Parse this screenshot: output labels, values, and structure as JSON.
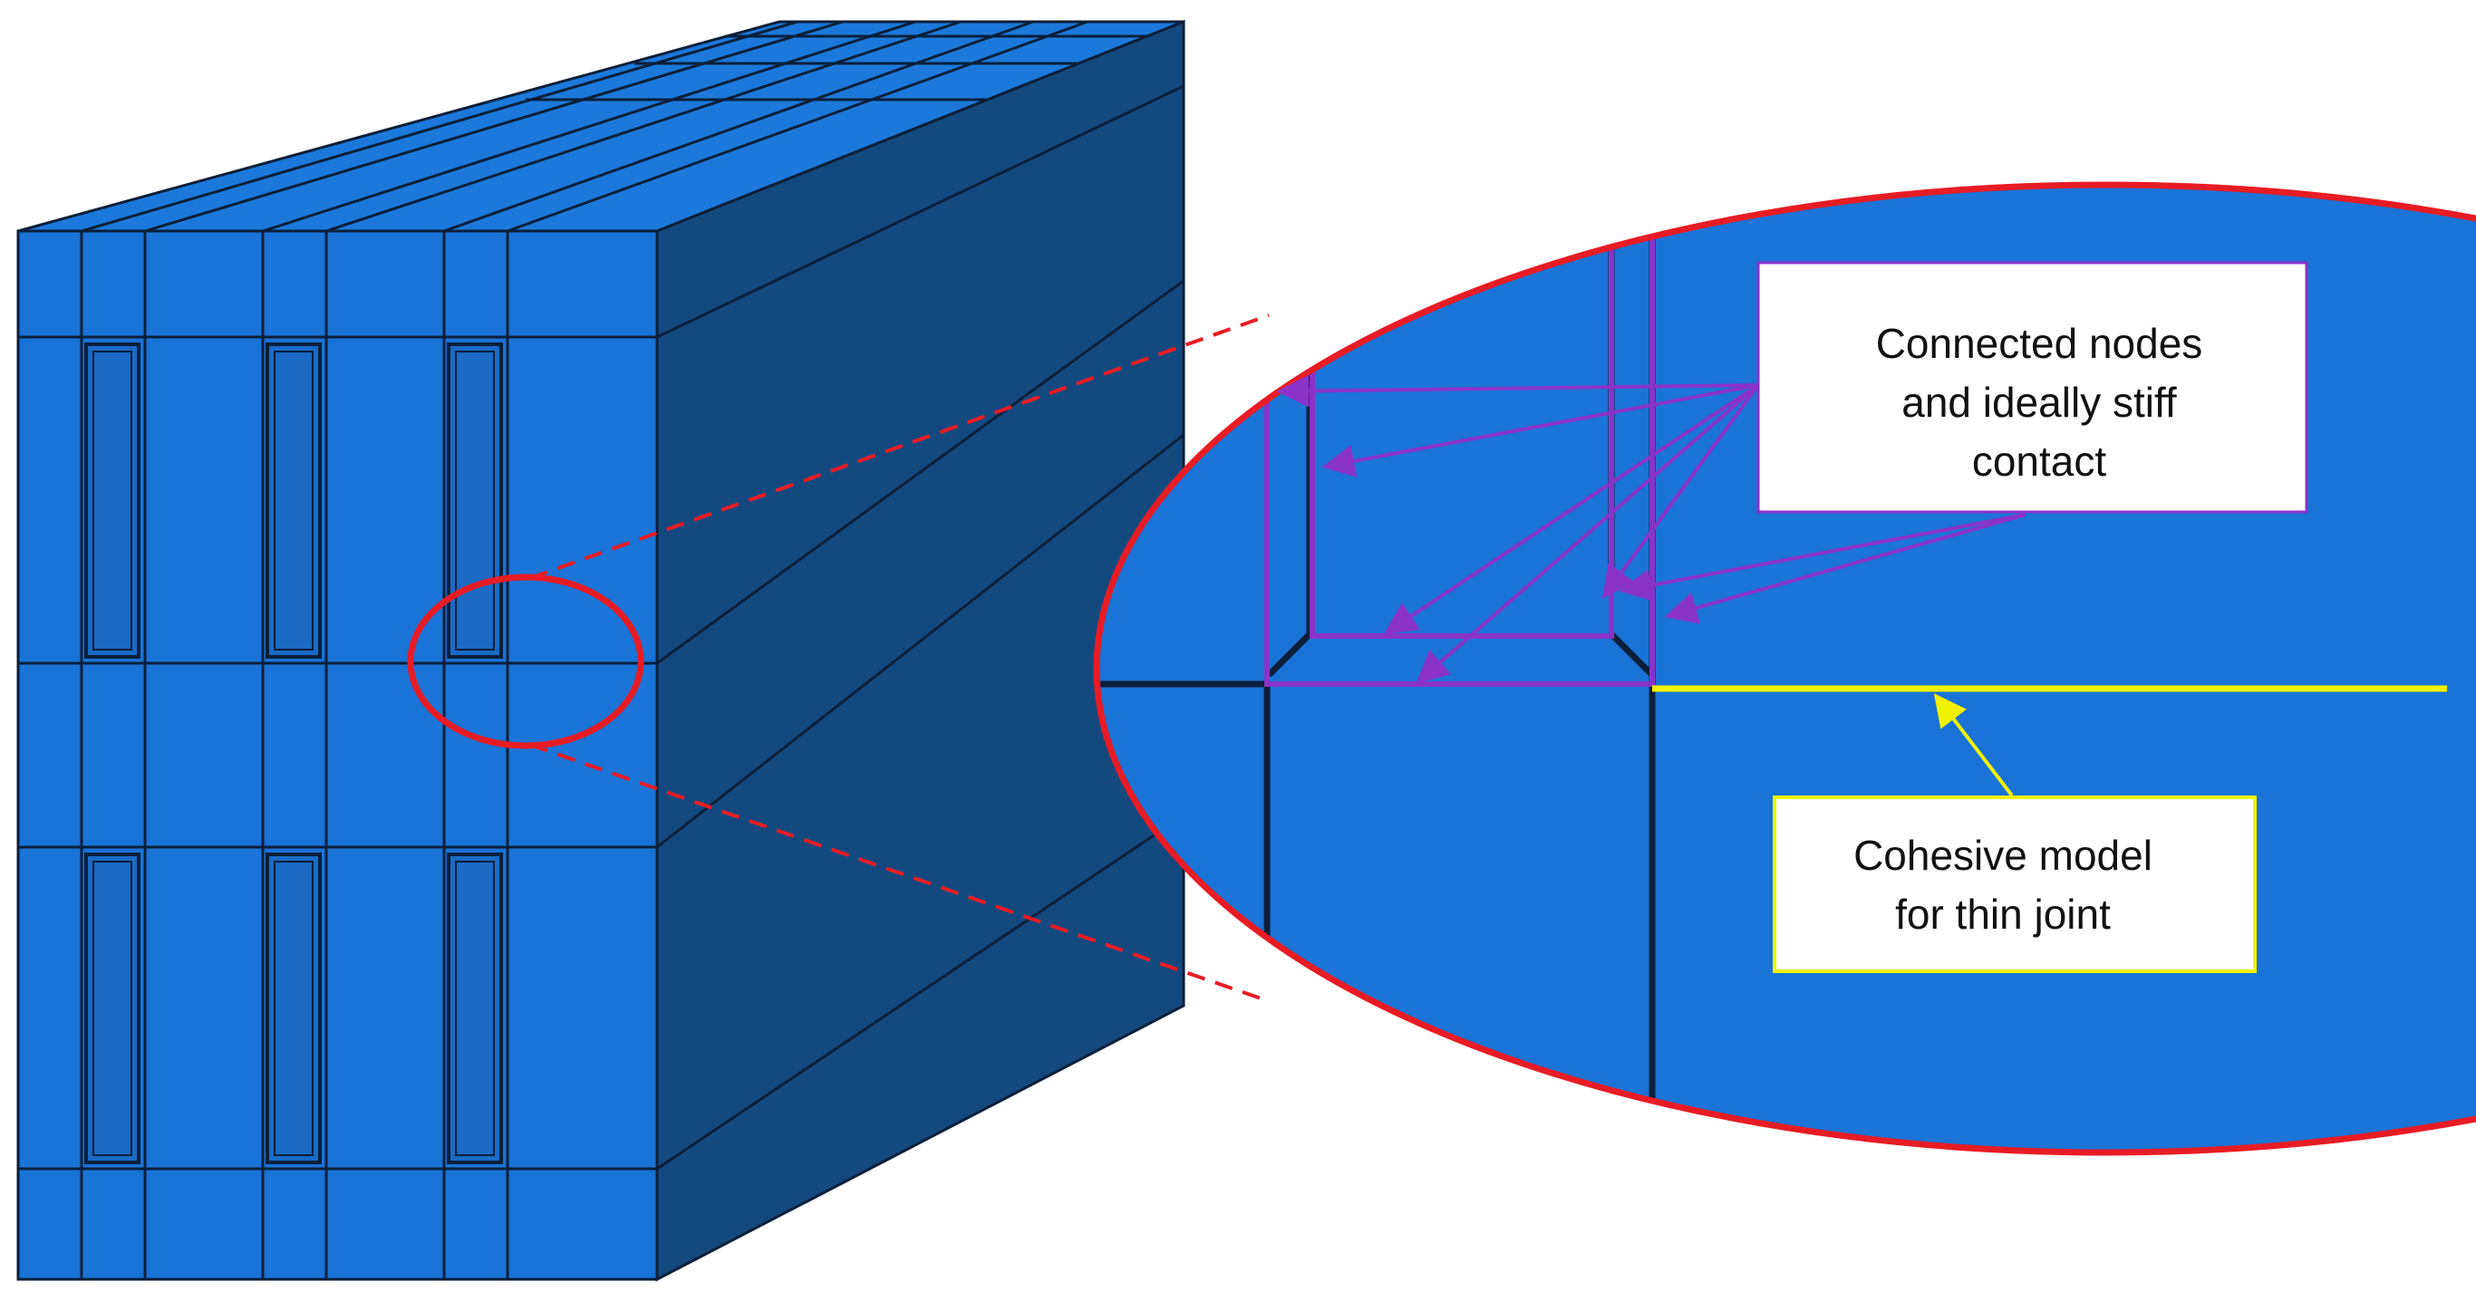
{
  "colors": {
    "face_front": "#1a73d6",
    "face_side": "#14497f",
    "face_top": "#1c79db",
    "edge": "#0b1f3a",
    "highlight_circle": "#e81c24",
    "purple": "#8a33c9",
    "yellow": "#f2f200",
    "callout_fill": "#ffffff",
    "text": "#111111"
  },
  "annotations": {
    "connected": {
      "lines": [
        "Connected nodes",
        "and ideally stiff",
        "contact"
      ]
    },
    "cohesive": {
      "lines": [
        "Cohesive model",
        "for thin joint"
      ]
    }
  }
}
